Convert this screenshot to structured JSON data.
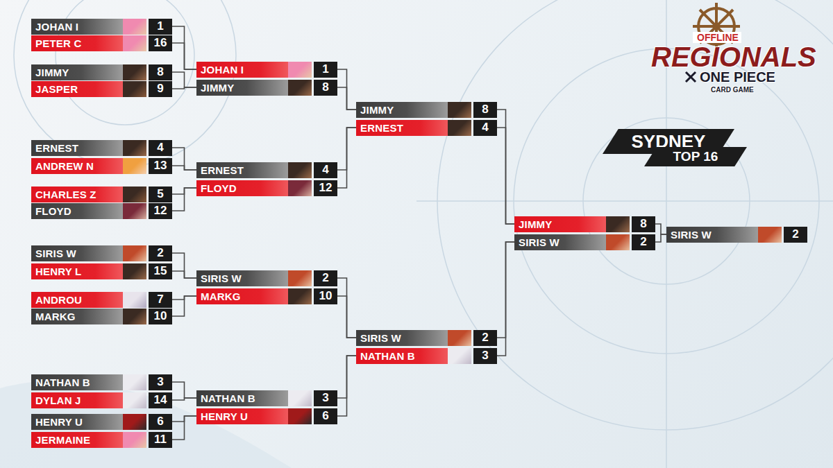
{
  "diagram": {
    "nodes": [
      {
        "text": [
          "JOHAN I",
          "1"
        ]
      },
      {
        "text": [
          "PETER C",
          "16"
        ]
      },
      {
        "text": [
          "JIMMY",
          "8"
        ]
      },
      {
        "text": [
          "JASPER",
          "9"
        ]
      },
      {
        "text": [
          "ERNEST",
          "4"
        ]
      },
      {
        "text": [
          "ANDREW N",
          "13"
        ]
      },
      {
        "text": [
          "CHARLES Z",
          "5"
        ]
      },
      {
        "text": [
          "FLOYD",
          "12"
        ]
      },
      {
        "text": [
          "SIRIS W",
          "2"
        ]
      },
      {
        "text": [
          "HENRY L",
          "15"
        ]
      },
      {
        "text": [
          "ANDROU",
          "7"
        ]
      },
      {
        "text": [
          "MARKG",
          "10"
        ]
      },
      {
        "text": [
          "NATHAN B",
          "3"
        ]
      },
      {
        "text": [
          "DYLAN J",
          "14"
        ]
      },
      {
        "text": [
          "HENRY U",
          "6"
        ]
      },
      {
        "text": [
          "JERMAINE",
          "11"
        ]
      },
      {
        "text": [
          "JOHAN I",
          "1"
        ]
      },
      {
        "text": [
          "JIMMY",
          "8"
        ]
      },
      {
        "text": [
          "ERNEST",
          "4"
        ]
      },
      {
        "text": [
          "FLOYD",
          "12"
        ]
      },
      {
        "text": [
          "SIRIS W",
          "2"
        ]
      },
      {
        "text": [
          "MARKG",
          "10"
        ]
      },
      {
        "text": [
          "NATHAN B",
          "3"
        ]
      },
      {
        "text": [
          "HENRY U",
          "6"
        ]
      },
      {
        "text": [
          "JIMMY",
          "8"
        ]
      },
      {
        "text": [
          "ERNEST",
          "4"
        ]
      },
      {
        "text": [
          "SIRIS W",
          "2"
        ]
      },
      {
        "text": [
          "NATHAN B",
          "3"
        ]
      },
      {
        "text": [
          "JIMMY",
          "8"
        ]
      },
      {
        "text": [
          "SIRIS W",
          "2"
        ]
      },
      {
        "text": [
          "SIRIS W",
          "2"
        ]
      },
      {
        "text": [
          "SYDNEY"
        ]
      },
      {
        "text": [
          "TOP 16"
        ]
      }
    ],
    "edges": [
      {
        "from": 0,
        "to": 16,
        "arrow": "none"
      },
      {
        "from": 1,
        "to": 16,
        "arrow": "none"
      },
      {
        "from": 2,
        "to": 17,
        "arrow": "none"
      },
      {
        "from": 3,
        "to": 17,
        "arrow": "none"
      },
      {
        "from": 4,
        "to": 18,
        "arrow": "none"
      },
      {
        "from": 5,
        "to": 18,
        "arrow": "none"
      },
      {
        "from": 6,
        "to": 19,
        "arrow": "none"
      },
      {
        "from": 7,
        "to": 19,
        "arrow": "none"
      },
      {
        "from": 8,
        "to": 20,
        "arrow": "none"
      },
      {
        "from": 9,
        "to": 20,
        "arrow": "none"
      },
      {
        "from": 10,
        "to": 21,
        "arrow": "none"
      },
      {
        "from": 11,
        "to": 21,
        "arrow": "none"
      },
      {
        "from": 12,
        "to": 22,
        "arrow": "none"
      },
      {
        "from": 13,
        "to": 22,
        "arrow": "none"
      },
      {
        "from": 14,
        "to": 23,
        "arrow": "none"
      },
      {
        "from": 15,
        "to": 23,
        "arrow": "none"
      },
      {
        "from": 16,
        "to": 24,
        "arrow": "none"
      },
      {
        "from": 17,
        "to": 24,
        "arrow": "none"
      },
      {
        "from": 18,
        "to": 25,
        "arrow": "none"
      },
      {
        "from": 19,
        "to": 25,
        "arrow": "none"
      },
      {
        "from": 20,
        "to": 26,
        "arrow": "none"
      },
      {
        "from": 21,
        "to": 26,
        "arrow": "none"
      },
      {
        "from": 22,
        "to": 27,
        "arrow": "none"
      },
      {
        "from": 23,
        "to": 27,
        "arrow": "none"
      },
      {
        "from": 24,
        "to": 28,
        "arrow": "none"
      },
      {
        "from": 25,
        "to": 28,
        "arrow": "none"
      },
      {
        "from": 26,
        "to": 29,
        "arrow": "none"
      },
      {
        "from": 27,
        "to": 29,
        "arrow": "none"
      },
      {
        "from": 28,
        "to": 30,
        "arrow": "none"
      },
      {
        "from": 29,
        "to": 30,
        "arrow": "none"
      }
    ],
    "labels": [
      "OFFLINE",
      "REGIONALS",
      "ONE PIECE",
      "CARD GAME"
    ]
  }
}
